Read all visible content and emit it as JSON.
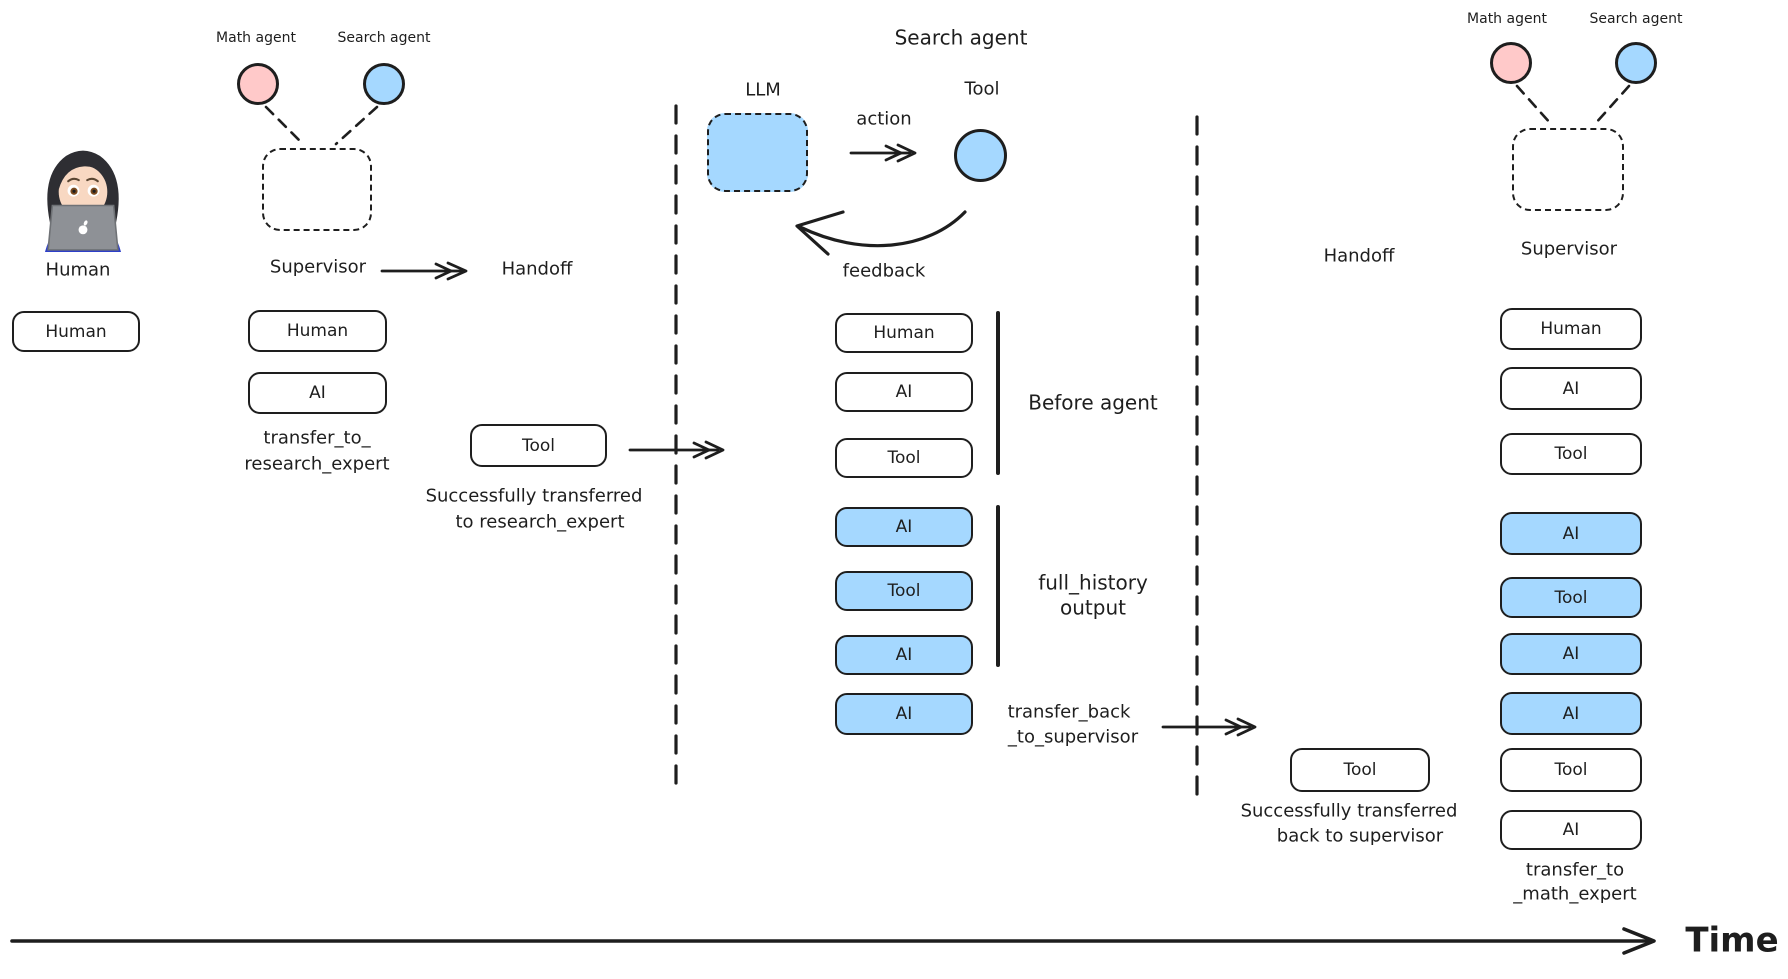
{
  "colors": {
    "stroke": "#1e1e1e",
    "highlight_blue": "#a5d8ff",
    "agent_pink": "#ffc9c9",
    "background": "#ffffff"
  },
  "left_panel": {
    "human_figure_label": "Human",
    "math_agent_label": "Math agent",
    "search_agent_label": "Search agent",
    "supervisor_label": "Supervisor",
    "handoff_label": "Handoff",
    "human_message": "Human",
    "stack": [
      {
        "label": "Human",
        "highlighted": false
      },
      {
        "label": "AI",
        "highlighted": false
      }
    ],
    "transfer_note_line1": "transfer_to_",
    "transfer_note_line2": "research_expert",
    "tool_message": "Tool",
    "success_note_line1": "Successfully transferred",
    "success_note_line2": "to research_expert"
  },
  "middle_panel": {
    "title": "Search agent",
    "llm_label": "LLM",
    "action_label": "action",
    "tool_label": "Tool",
    "feedback_label": "feedback",
    "stack": [
      {
        "label": "Human",
        "highlighted": false
      },
      {
        "label": "AI",
        "highlighted": false
      },
      {
        "label": "Tool",
        "highlighted": false
      },
      {
        "label": "AI",
        "highlighted": true
      },
      {
        "label": "Tool",
        "highlighted": true
      },
      {
        "label": "AI",
        "highlighted": true
      },
      {
        "label": "AI",
        "highlighted": true
      }
    ],
    "before_agent_label": "Before agent",
    "full_history_label_line1": "full_history",
    "full_history_label_line2": "output",
    "transfer_back_line1": "transfer_back",
    "transfer_back_line2": "_to_supervisor"
  },
  "right_panel": {
    "handoff_label": "Handoff",
    "tool_message": "Tool",
    "success_note_line1": "Successfully transferred",
    "success_note_line2": "back to supervisor",
    "math_agent_label": "Math agent",
    "search_agent_label": "Search agent",
    "supervisor_label": "Supervisor",
    "stack": [
      {
        "label": "Human",
        "highlighted": false
      },
      {
        "label": "AI",
        "highlighted": false
      },
      {
        "label": "Tool",
        "highlighted": false
      },
      {
        "label": "AI",
        "highlighted": true
      },
      {
        "label": "Tool",
        "highlighted": true
      },
      {
        "label": "AI",
        "highlighted": true
      },
      {
        "label": "AI",
        "highlighted": true
      },
      {
        "label": "Tool",
        "highlighted": false
      },
      {
        "label": "AI",
        "highlighted": false
      }
    ],
    "transfer_note_line1": "transfer_to",
    "transfer_note_line2": "_math_expert"
  },
  "timeline": {
    "label": "Time"
  }
}
